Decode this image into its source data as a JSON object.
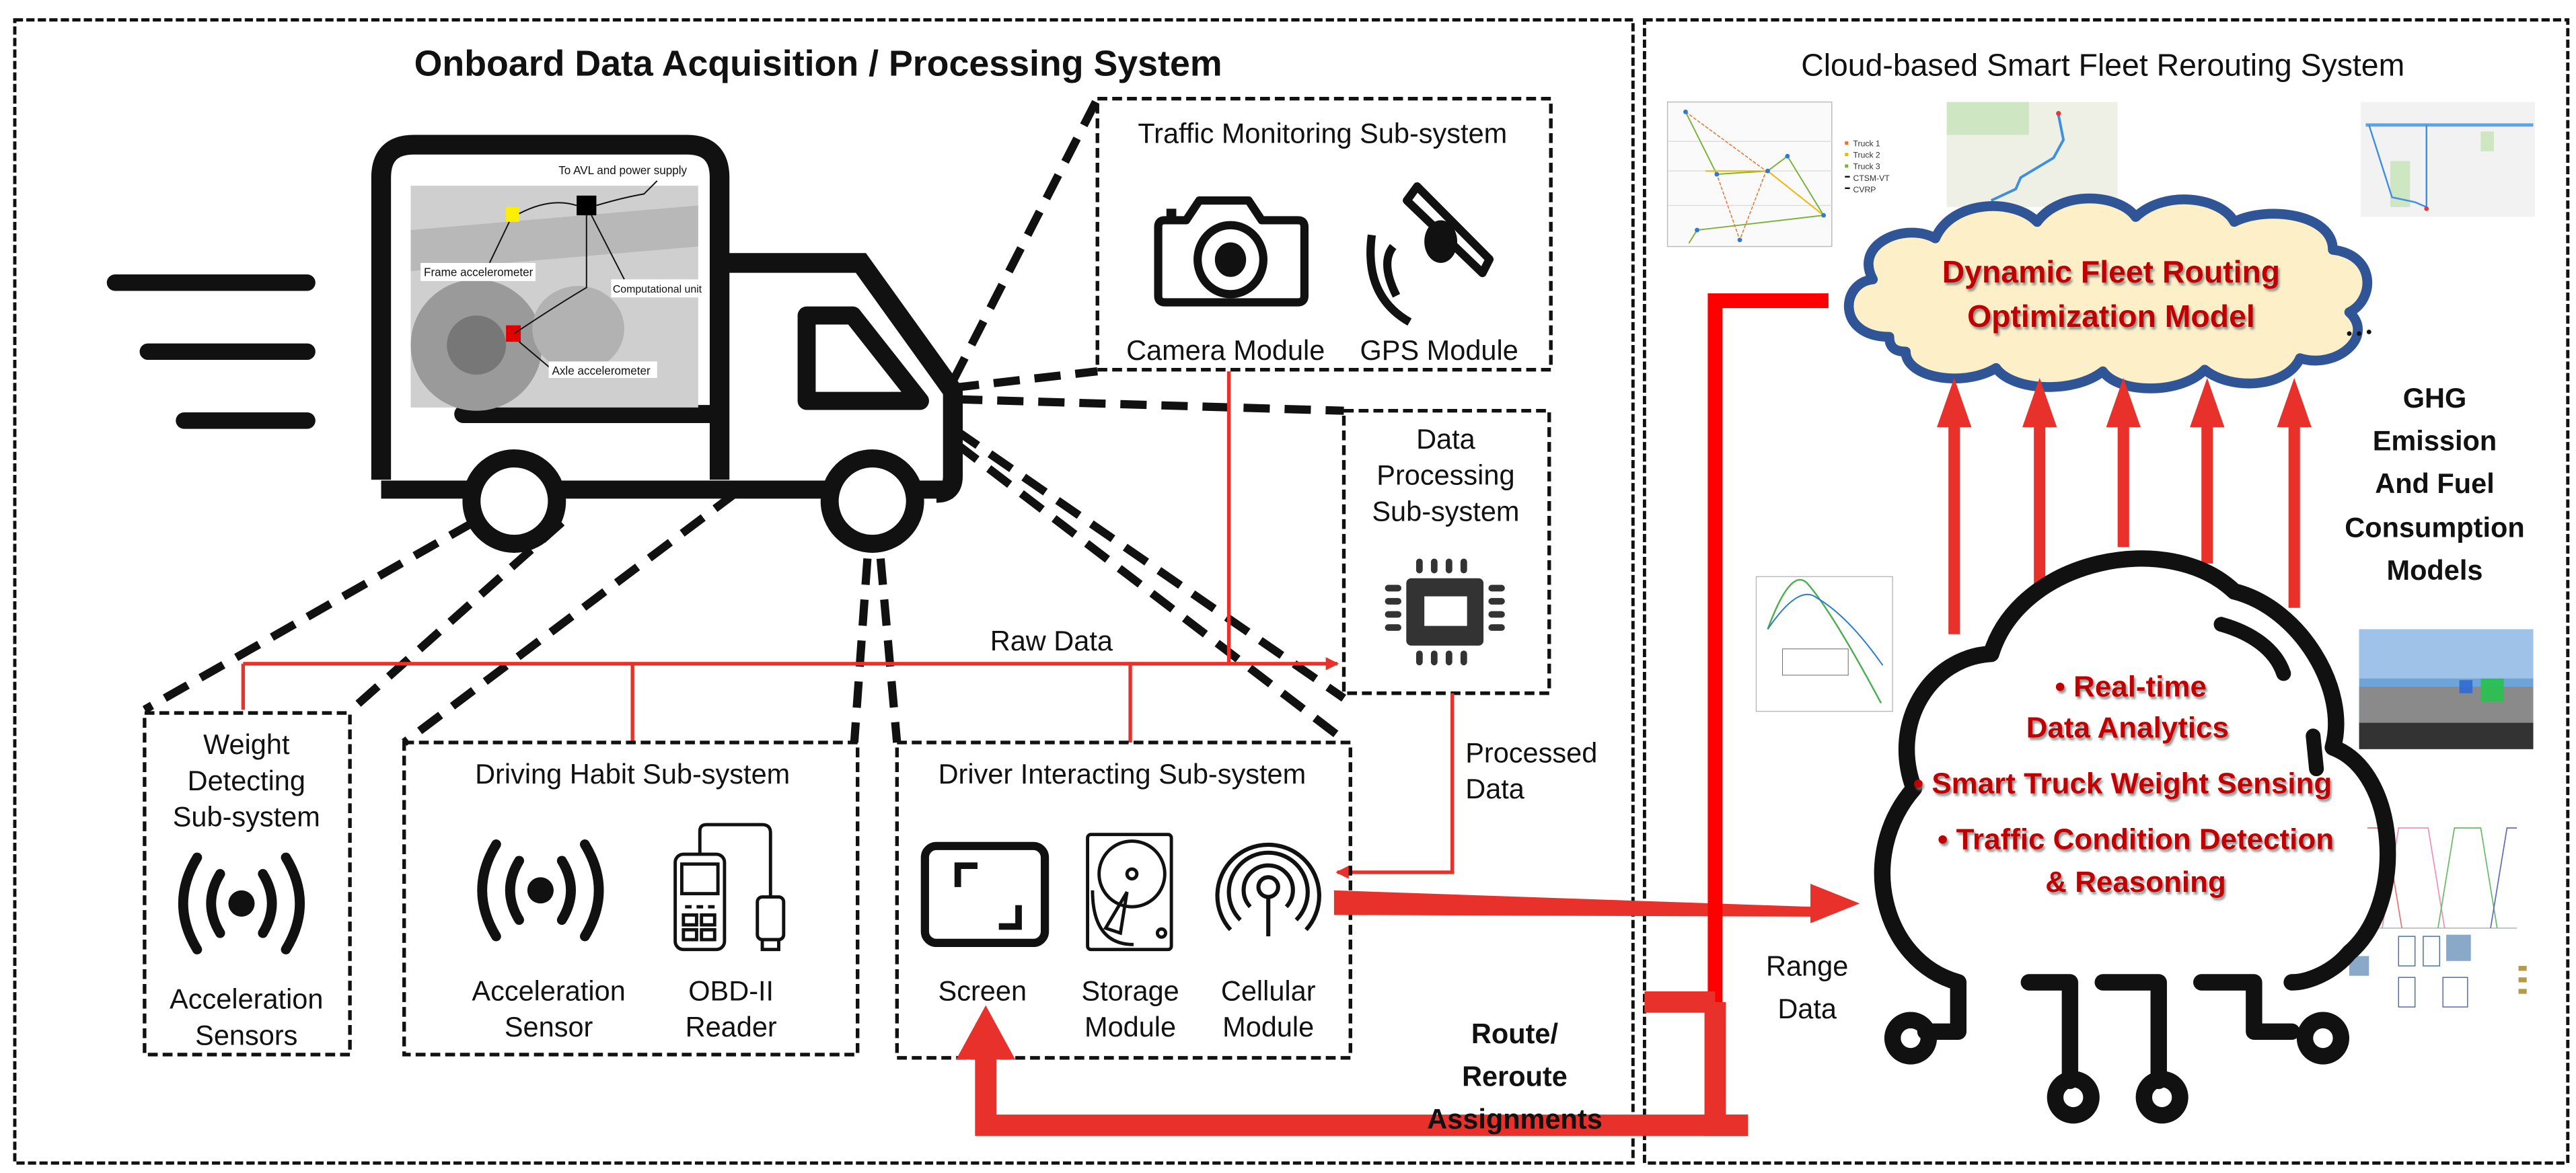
{
  "onboard": {
    "title": "Onboard Data Acquisition / Processing System",
    "photo_labels": {
      "top": "To AVL and power supply",
      "frame": "Frame accelerometer",
      "computational": "Computational unit",
      "axle": "Axle accelerometer"
    },
    "traffic": {
      "title": "Traffic Monitoring Sub-system",
      "items": [
        {
          "label": "Camera Module",
          "icon": "camera-icon"
        },
        {
          "label": "GPS Module",
          "icon": "satellite-icon"
        }
      ]
    },
    "processing": {
      "title_lines": [
        "Data",
        "Processing",
        "Sub-system"
      ],
      "icon": "cpu-chip-icon"
    },
    "weight": {
      "title_lines": [
        "Weight",
        "Detecting",
        "Sub-system"
      ],
      "item_lines": [
        "Acceleration",
        "Sensors"
      ],
      "icon": "sensor-signal-icon"
    },
    "driving": {
      "title": "Driving Habit Sub-system",
      "items": [
        {
          "lines": [
            "Acceleration",
            "Sensor"
          ],
          "icon": "sensor-signal-icon"
        },
        {
          "lines": [
            "OBD-II",
            "Reader"
          ],
          "icon": "obd-reader-icon"
        }
      ]
    },
    "driver": {
      "title": "Driver Interacting Sub-system",
      "items": [
        {
          "lines": [
            "Screen"
          ],
          "icon": "screen-icon"
        },
        {
          "lines": [
            "Storage",
            "Module"
          ],
          "icon": "hard-drive-icon"
        },
        {
          "lines": [
            "Cellular",
            "Module"
          ],
          "icon": "antenna-icon"
        }
      ]
    },
    "flows": {
      "raw_data": "Raw Data",
      "processed_lines": [
        "Processed",
        "Data"
      ],
      "range_lines": [
        "Range",
        "Data"
      ],
      "route_lines": [
        "Route/",
        "Reroute",
        "Assignments"
      ]
    }
  },
  "cloud": {
    "title": "Cloud-based Smart Fleet Rerouting System",
    "optimization_lines": [
      "Dynamic Fleet Routing",
      "Optimization Model"
    ],
    "ghg_lines": [
      "GHG",
      "Emission",
      "And Fuel",
      "Consumption",
      "Models"
    ],
    "analytics_bullets": [
      [
        "Real-time",
        "Data Analytics"
      ],
      [
        "Smart Truck Weight Sensing"
      ],
      [
        "Traffic Condition Detection",
        "& Reasoning"
      ]
    ],
    "thumb_legend": [
      "Truck 1",
      "Truck 2",
      "Truck 3",
      "CTSM-VT",
      "CVRP"
    ]
  },
  "colors": {
    "red_flow": "#e8312a",
    "bright_red": "#ff0000",
    "cloud_fill": "#fdf0c8",
    "cloud_stroke": "#2f5597",
    "emphasis_text": "#c00000"
  }
}
